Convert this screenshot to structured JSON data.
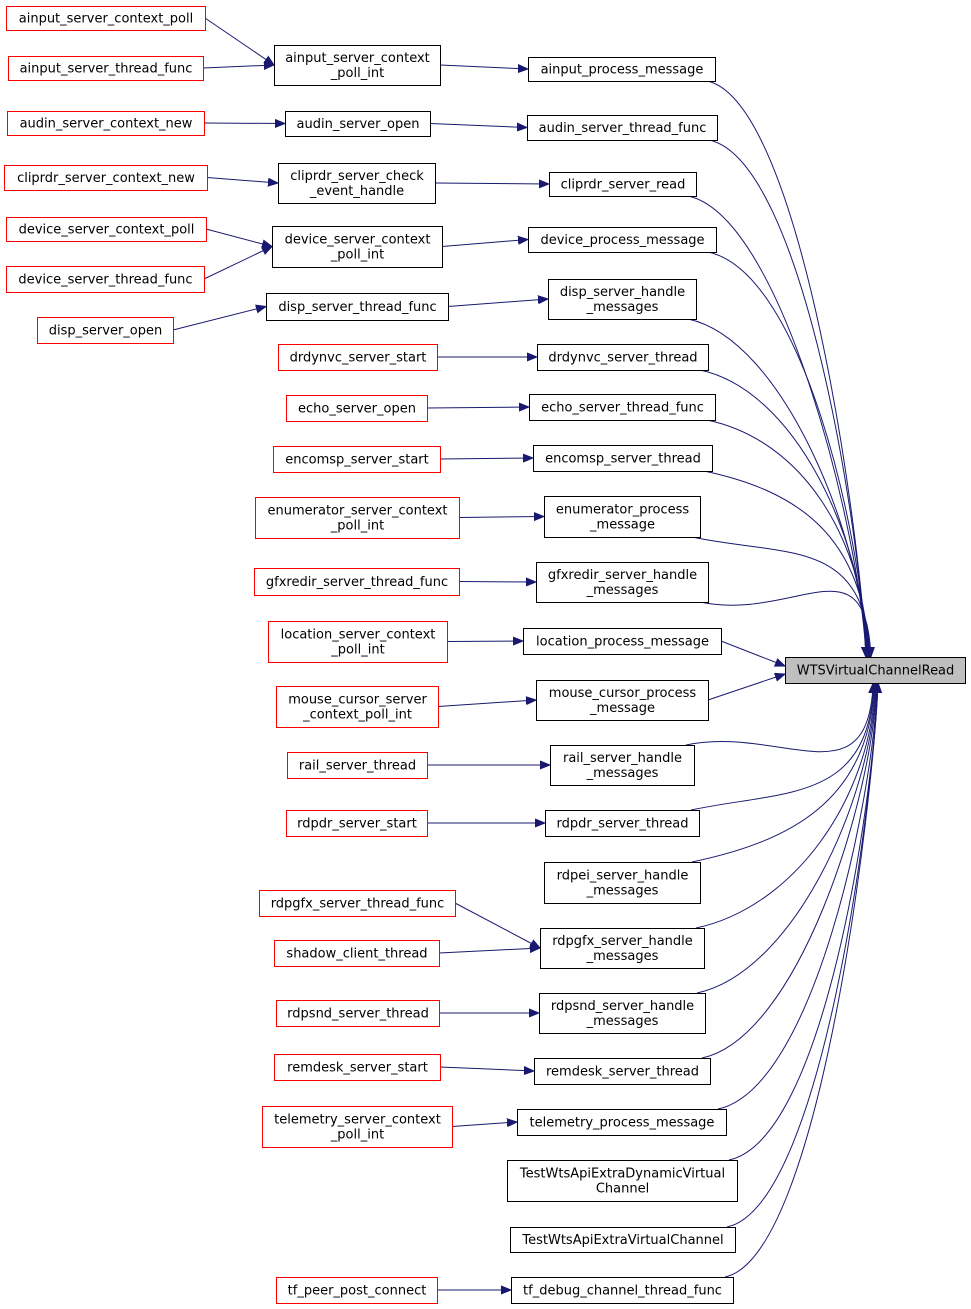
{
  "graph": {
    "title": "",
    "colors": {
      "edge": "#191970",
      "caller_border": "#ff0000",
      "internal_border": "#000000",
      "target_fill": "#bfbfbf",
      "node_fill": "#ffffff"
    },
    "target": {
      "id": "target",
      "lines": [
        "WTSVirtualChannelRead"
      ]
    },
    "nodes": [
      {
        "id": "c_ainput_poll",
        "kind": "caller",
        "lines": [
          "ainput_server_context_poll"
        ]
      },
      {
        "id": "c_ainput_thread",
        "kind": "caller",
        "lines": [
          "ainput_server_thread_func"
        ]
      },
      {
        "id": "c_audin_new",
        "kind": "caller",
        "lines": [
          "audin_server_context_new"
        ]
      },
      {
        "id": "c_cliprdr_new",
        "kind": "caller",
        "lines": [
          "cliprdr_server_context_new"
        ]
      },
      {
        "id": "c_device_poll",
        "kind": "caller",
        "lines": [
          "device_server_context_poll"
        ]
      },
      {
        "id": "c_device_thread",
        "kind": "caller",
        "lines": [
          "device_server_thread_func"
        ]
      },
      {
        "id": "c_disp_open",
        "kind": "caller",
        "lines": [
          "disp_server_open"
        ]
      },
      {
        "id": "m_ainput_poll_int",
        "kind": "internal",
        "lines": [
          "ainput_server_context",
          "_poll_int"
        ]
      },
      {
        "id": "m_audin_open",
        "kind": "internal",
        "lines": [
          "audin_server_open"
        ]
      },
      {
        "id": "m_cliprdr_check",
        "kind": "internal",
        "lines": [
          "cliprdr_server_check",
          "_event_handle"
        ]
      },
      {
        "id": "m_device_poll_int",
        "kind": "internal",
        "lines": [
          "device_server_context",
          "_poll_int"
        ]
      },
      {
        "id": "m_disp_thread",
        "kind": "internal",
        "lines": [
          "disp_server_thread_func"
        ]
      },
      {
        "id": "r_drdynvc_start",
        "kind": "caller",
        "lines": [
          "drdynvc_server_start"
        ]
      },
      {
        "id": "r_echo_open",
        "kind": "caller",
        "lines": [
          "echo_server_open"
        ]
      },
      {
        "id": "r_encomsp_start",
        "kind": "caller",
        "lines": [
          "encomsp_server_start"
        ]
      },
      {
        "id": "r_enum_poll",
        "kind": "caller",
        "lines": [
          "enumerator_server_context",
          "_poll_int"
        ]
      },
      {
        "id": "r_gfxredir_thread",
        "kind": "caller",
        "lines": [
          "gfxredir_server_thread_func"
        ]
      },
      {
        "id": "r_location_poll",
        "kind": "caller",
        "lines": [
          "location_server_context",
          "_poll_int"
        ]
      },
      {
        "id": "r_mouse_poll",
        "kind": "caller",
        "lines": [
          "mouse_cursor_server",
          "_context_poll_int"
        ]
      },
      {
        "id": "r_rail_thread",
        "kind": "caller",
        "lines": [
          "rail_server_thread"
        ]
      },
      {
        "id": "r_rdpdr_start",
        "kind": "caller",
        "lines": [
          "rdpdr_server_start"
        ]
      },
      {
        "id": "r_rdpgfx_thread",
        "kind": "caller",
        "lines": [
          "rdpgfx_server_thread_func"
        ]
      },
      {
        "id": "r_shadow",
        "kind": "caller",
        "lines": [
          "shadow_client_thread"
        ]
      },
      {
        "id": "r_rdpsnd_thread",
        "kind": "caller",
        "lines": [
          "rdpsnd_server_thread"
        ]
      },
      {
        "id": "r_remdesk_start",
        "kind": "caller",
        "lines": [
          "remdesk_server_start"
        ]
      },
      {
        "id": "r_telemetry_poll",
        "kind": "caller",
        "lines": [
          "telemetry_server_context",
          "_poll_int"
        ]
      },
      {
        "id": "r_tf_peer",
        "kind": "caller",
        "lines": [
          "tf_peer_post_connect"
        ]
      },
      {
        "id": "d_ainput_process",
        "kind": "internal",
        "lines": [
          "ainput_process_message"
        ]
      },
      {
        "id": "d_audin_thread",
        "kind": "internal",
        "lines": [
          "audin_server_thread_func"
        ]
      },
      {
        "id": "d_cliprdr_read",
        "kind": "internal",
        "lines": [
          "cliprdr_server_read"
        ]
      },
      {
        "id": "d_device_process",
        "kind": "internal",
        "lines": [
          "device_process_message"
        ]
      },
      {
        "id": "d_disp_handle",
        "kind": "internal",
        "lines": [
          "disp_server_handle",
          "_messages"
        ]
      },
      {
        "id": "d_drdynvc_thread",
        "kind": "internal",
        "lines": [
          "drdynvc_server_thread"
        ]
      },
      {
        "id": "d_echo_thread",
        "kind": "internal",
        "lines": [
          "echo_server_thread_func"
        ]
      },
      {
        "id": "d_encomsp_thread",
        "kind": "internal",
        "lines": [
          "encomsp_server_thread"
        ]
      },
      {
        "id": "d_enum_process",
        "kind": "internal",
        "lines": [
          "enumerator_process",
          "_message"
        ]
      },
      {
        "id": "d_gfxredir_handle",
        "kind": "internal",
        "lines": [
          "gfxredir_server_handle",
          "_messages"
        ]
      },
      {
        "id": "d_location_process",
        "kind": "internal",
        "lines": [
          "location_process_message"
        ]
      },
      {
        "id": "d_mouse_process",
        "kind": "internal",
        "lines": [
          "mouse_cursor_process",
          "_message"
        ]
      },
      {
        "id": "d_rail_handle",
        "kind": "internal",
        "lines": [
          "rail_server_handle",
          "_messages"
        ]
      },
      {
        "id": "d_rdpdr_thread",
        "kind": "internal",
        "lines": [
          "rdpdr_server_thread"
        ]
      },
      {
        "id": "d_rdpei_handle",
        "kind": "internal",
        "lines": [
          "rdpei_server_handle",
          "_messages"
        ]
      },
      {
        "id": "d_rdpgfx_handle",
        "kind": "internal",
        "lines": [
          "rdpgfx_server_handle",
          "_messages"
        ]
      },
      {
        "id": "d_rdpsnd_handle",
        "kind": "internal",
        "lines": [
          "rdpsnd_server_handle",
          "_messages"
        ]
      },
      {
        "id": "d_remdesk_thread",
        "kind": "internal",
        "lines": [
          "remdesk_server_thread"
        ]
      },
      {
        "id": "d_telemetry_process",
        "kind": "internal",
        "lines": [
          "telemetry_process_message"
        ]
      },
      {
        "id": "d_test_dynamic",
        "kind": "internal",
        "lines": [
          "TestWtsApiExtraDynamicVirtual",
          "Channel"
        ]
      },
      {
        "id": "d_test_virtual",
        "kind": "internal",
        "lines": [
          "TestWtsApiExtraVirtualChannel"
        ]
      },
      {
        "id": "d_tf_debug",
        "kind": "internal",
        "lines": [
          "tf_debug_channel_thread_func"
        ]
      }
    ],
    "edges": [
      [
        "c_ainput_poll",
        "m_ainput_poll_int"
      ],
      [
        "c_ainput_thread",
        "m_ainput_poll_int"
      ],
      [
        "c_audin_new",
        "m_audin_open"
      ],
      [
        "c_cliprdr_new",
        "m_cliprdr_check"
      ],
      [
        "c_device_poll",
        "m_device_poll_int"
      ],
      [
        "c_device_thread",
        "m_device_poll_int"
      ],
      [
        "c_disp_open",
        "m_disp_thread"
      ],
      [
        "m_ainput_poll_int",
        "d_ainput_process"
      ],
      [
        "m_audin_open",
        "d_audin_thread"
      ],
      [
        "m_cliprdr_check",
        "d_cliprdr_read"
      ],
      [
        "m_device_poll_int",
        "d_device_process"
      ],
      [
        "m_disp_thread",
        "d_disp_handle"
      ],
      [
        "r_drdynvc_start",
        "d_drdynvc_thread"
      ],
      [
        "r_echo_open",
        "d_echo_thread"
      ],
      [
        "r_encomsp_start",
        "d_encomsp_thread"
      ],
      [
        "r_enum_poll",
        "d_enum_process"
      ],
      [
        "r_gfxredir_thread",
        "d_gfxredir_handle"
      ],
      [
        "r_location_poll",
        "d_location_process"
      ],
      [
        "r_mouse_poll",
        "d_mouse_process"
      ],
      [
        "r_rail_thread",
        "d_rail_handle"
      ],
      [
        "r_rdpdr_start",
        "d_rdpdr_thread"
      ],
      [
        "r_rdpgfx_thread",
        "d_rdpgfx_handle"
      ],
      [
        "r_shadow",
        "d_rdpgfx_handle"
      ],
      [
        "r_rdpsnd_thread",
        "d_rdpsnd_handle"
      ],
      [
        "r_remdesk_start",
        "d_remdesk_thread"
      ],
      [
        "r_telemetry_poll",
        "d_telemetry_process"
      ],
      [
        "r_tf_peer",
        "d_tf_debug"
      ],
      [
        "d_ainput_process",
        "target"
      ],
      [
        "d_audin_thread",
        "target"
      ],
      [
        "d_cliprdr_read",
        "target"
      ],
      [
        "d_device_process",
        "target"
      ],
      [
        "d_disp_handle",
        "target"
      ],
      [
        "d_drdynvc_thread",
        "target"
      ],
      [
        "d_echo_thread",
        "target"
      ],
      [
        "d_encomsp_thread",
        "target"
      ],
      [
        "d_enum_process",
        "target"
      ],
      [
        "d_gfxredir_handle",
        "target"
      ],
      [
        "d_location_process",
        "target"
      ],
      [
        "d_mouse_process",
        "target"
      ],
      [
        "d_rail_handle",
        "target"
      ],
      [
        "d_rdpdr_thread",
        "target"
      ],
      [
        "d_rdpei_handle",
        "target"
      ],
      [
        "d_rdpgfx_handle",
        "target"
      ],
      [
        "d_rdpsnd_handle",
        "target"
      ],
      [
        "d_remdesk_thread",
        "target"
      ],
      [
        "d_telemetry_process",
        "target"
      ],
      [
        "d_test_dynamic",
        "target"
      ],
      [
        "d_test_virtual",
        "target"
      ],
      [
        "d_tf_debug",
        "target"
      ]
    ]
  }
}
